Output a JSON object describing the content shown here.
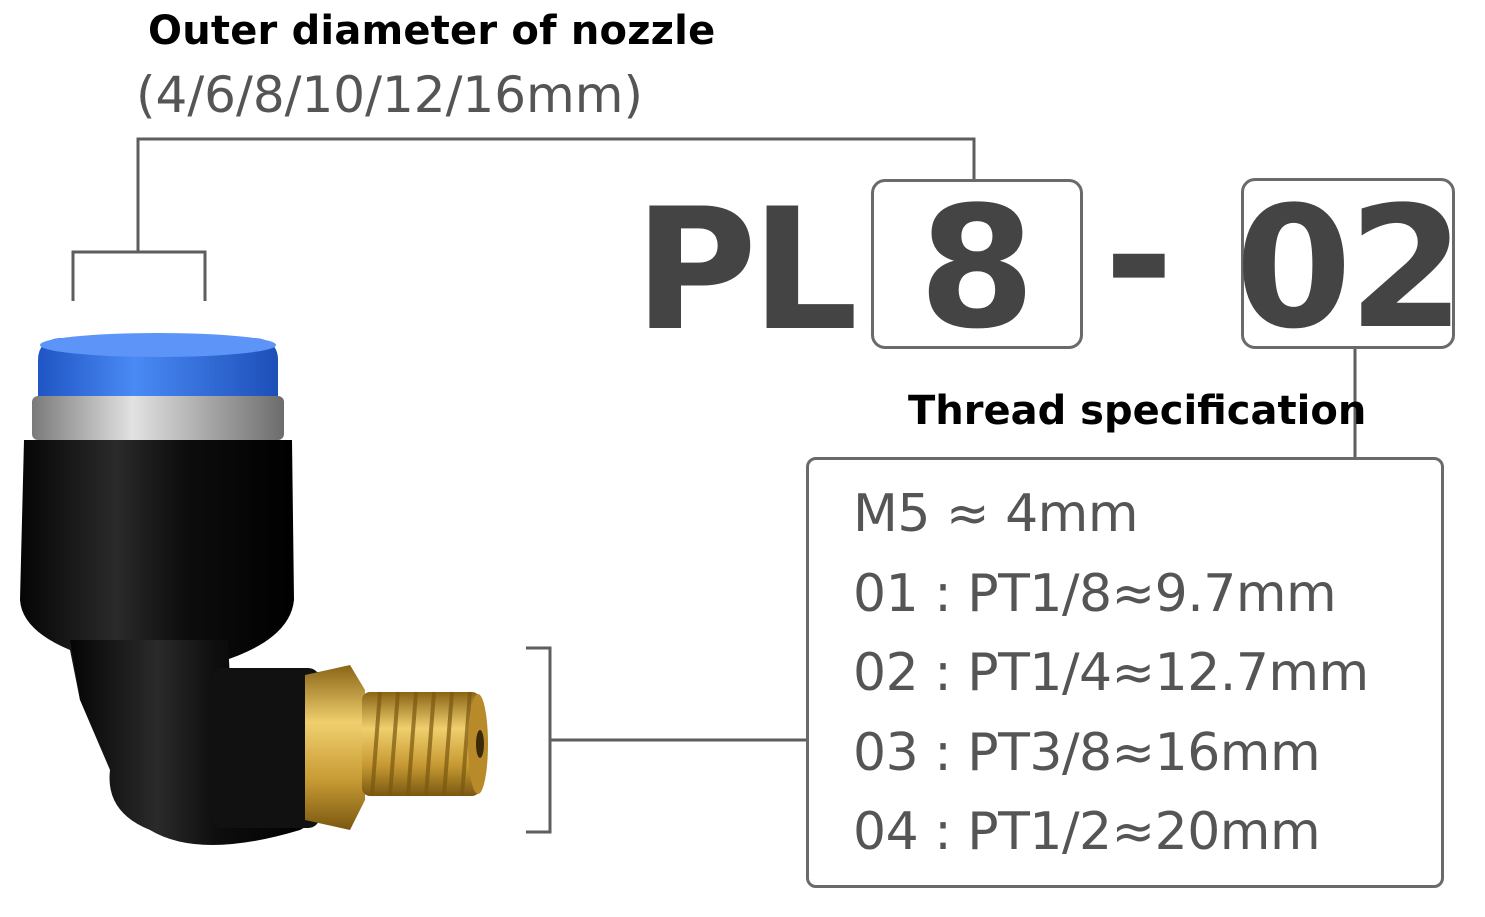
{
  "outer_diameter": {
    "title": "Outer diameter of nozzle",
    "sizes": "(4/6/8/10/12/16mm)"
  },
  "model_code": {
    "prefix": "PL",
    "size": "8",
    "dash": "-",
    "thread": "02"
  },
  "thread_spec": {
    "title": "Thread specification",
    "items": [
      "M5 ≈ 4mm",
      "01 : PT1/8≈9.7mm",
      "02 : PT1/4≈12.7mm",
      "03 : PT3/8≈16mm",
      "04 : PT1/2≈20mm"
    ]
  },
  "colors": {
    "line": "#5e5e5e",
    "fitting_body": "#1a1a1a",
    "collet_blue": "#2e6fe0",
    "brass": "#c9a13e"
  }
}
